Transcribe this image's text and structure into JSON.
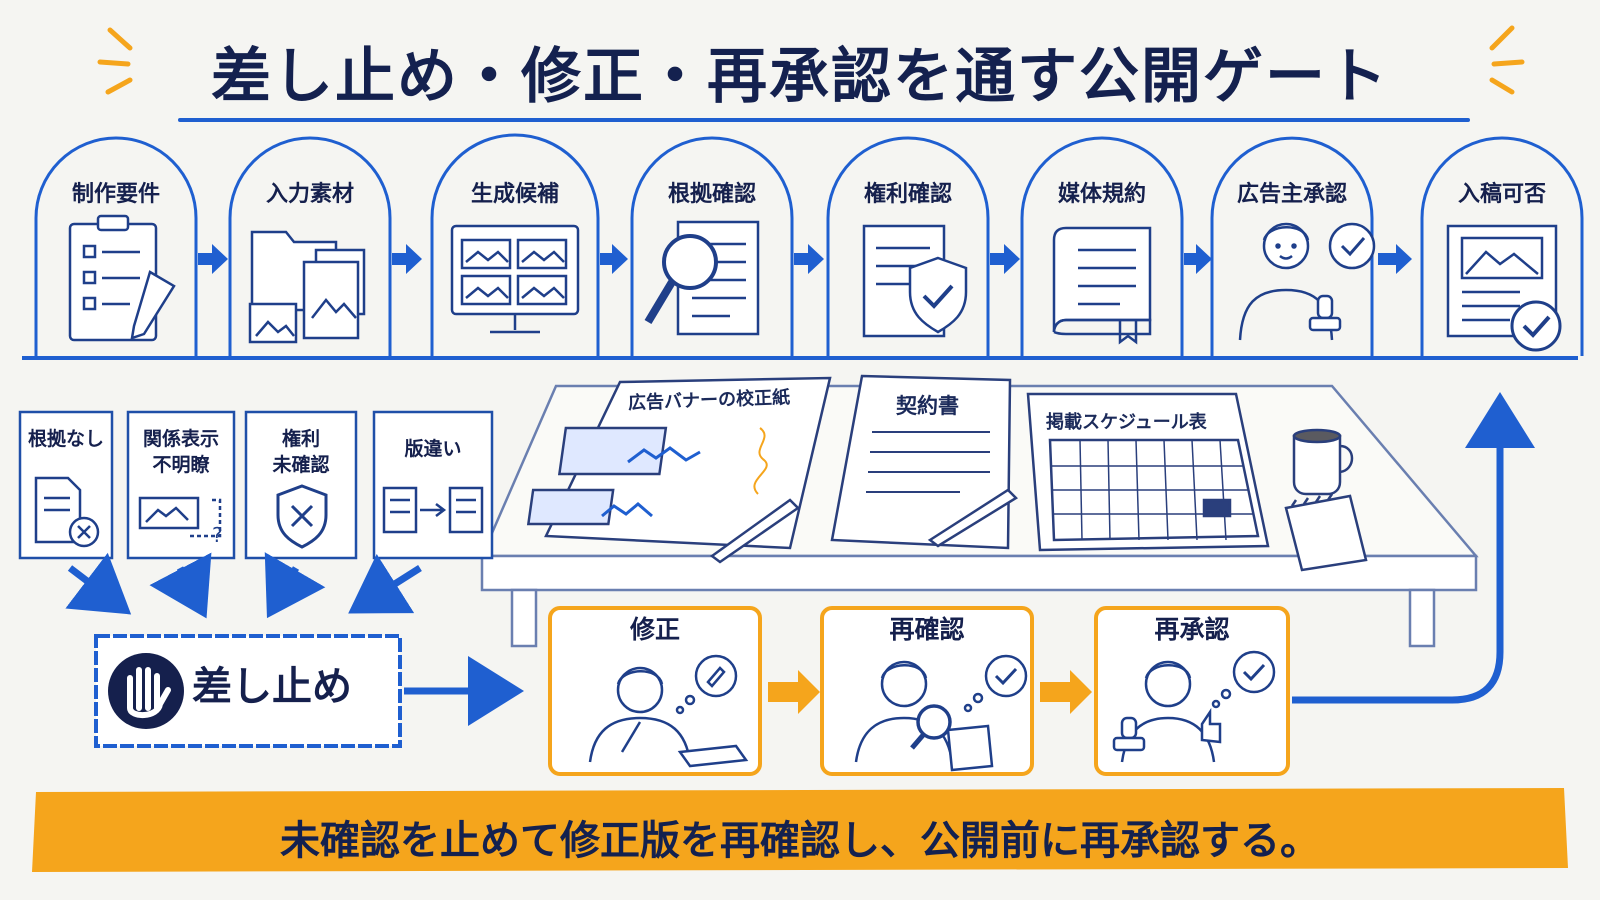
{
  "title": "差し止め・修正・再承認を通す公開ゲート",
  "steps": [
    {
      "label": "制作要件",
      "icon": "checklist-icon"
    },
    {
      "label": "入力素材",
      "icon": "folder-images-icon"
    },
    {
      "label": "生成候補",
      "icon": "monitor-thumbnails-icon"
    },
    {
      "label": "根拠確認",
      "icon": "magnifier-document-icon"
    },
    {
      "label": "権利確認",
      "icon": "document-shield-icon"
    },
    {
      "label": "媒体規約",
      "icon": "book-icon"
    },
    {
      "label": "広告主承認",
      "icon": "advertiser-approval-icon"
    },
    {
      "label": "入稿可否",
      "icon": "checked-document-icon"
    }
  ],
  "issues": [
    {
      "label": "根拠なし",
      "icon": "document-x-icon"
    },
    {
      "label": "関係表示\n不明瞭",
      "icon": "unclear-image-icon"
    },
    {
      "label": "権利\n未確認",
      "icon": "shield-x-icon"
    },
    {
      "label": "版違い",
      "icon": "version-mismatch-icon"
    }
  ],
  "desk": {
    "proof": "広告バナーの校正紙",
    "contract": "契約書",
    "schedule": "掲載スケジュール表"
  },
  "stop_label": "差し止め",
  "substeps": [
    {
      "label": "修正",
      "icon": "person-writing-icon"
    },
    {
      "label": "再確認",
      "icon": "person-magnifier-icon"
    },
    {
      "label": "再承認",
      "icon": "person-thumbs-up-icon"
    }
  ],
  "bottom_message": "未確認を止めて修正版を再確認し、公開前に再承認する。",
  "colors": {
    "blue": "#1f5fd0",
    "navy": "#15204d",
    "orange": "#f5a51c",
    "background": "#f5f5f2"
  }
}
